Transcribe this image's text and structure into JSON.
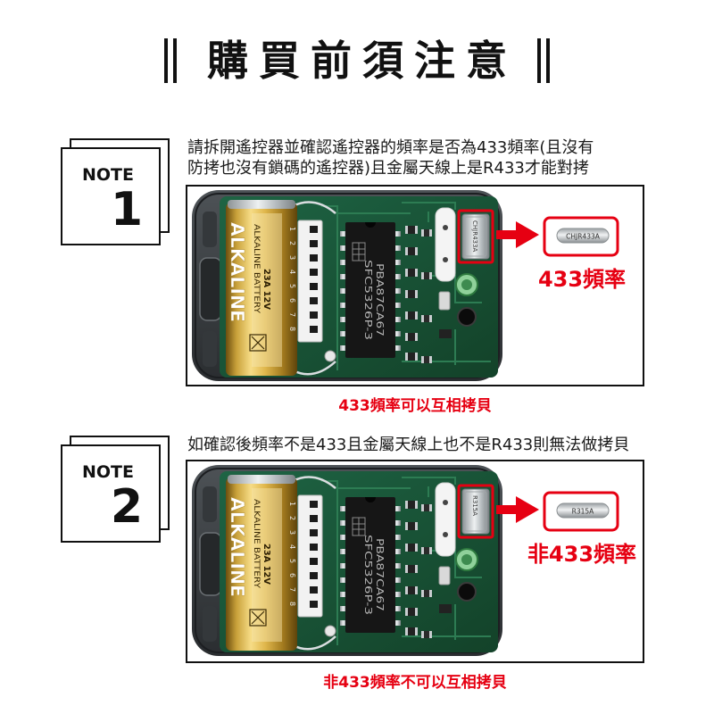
{
  "title": "購買前須注意",
  "colors": {
    "accent": "#e60012",
    "text": "#111111",
    "pcb": "#1a5a3c",
    "battery": "#d8ad44"
  },
  "notes": [
    {
      "badge_label": "NOTE",
      "badge_number": "1",
      "description_lines": [
        "請拆開遙控器並確認遙控器的頻率是否為433頻率(且沒有",
        "防拷也沒有鎖碼的遙控器)且金屬天線上是R433才能對拷"
      ],
      "photo": {
        "battery_brand": "ALKALINE",
        "battery_type": "ALKALINE BATTERY",
        "battery_spec": "23A 12V",
        "chip_line1": "SFC5326P-3",
        "chip_line2": "PBA87CA67",
        "dip_numbers": [
          "1",
          "2",
          "3",
          "4",
          "5",
          "6",
          "7",
          "8"
        ],
        "crystal_label": "CHJR433A"
      },
      "zoom_label": "CHJR433A",
      "frequency_label": "433頻率",
      "caption": "433頻率可以互相拷貝"
    },
    {
      "badge_label": "NOTE",
      "badge_number": "2",
      "description_lines": [
        "如確認後頻率不是433且金屬天線上也不是R433則無法做拷貝"
      ],
      "photo": {
        "battery_brand": "ALKALINE",
        "battery_type": "ALKALINE BATTERY",
        "battery_spec": "23A 12V",
        "chip_line1": "SFC5326P-3",
        "chip_line2": "PBA87CA67",
        "dip_numbers": [
          "1",
          "2",
          "3",
          "4",
          "5",
          "6",
          "7",
          "8"
        ],
        "crystal_label": "R315A"
      },
      "zoom_label": "R315A",
      "frequency_label": "非433頻率",
      "caption": "非433頻率不可以互相拷貝"
    }
  ]
}
